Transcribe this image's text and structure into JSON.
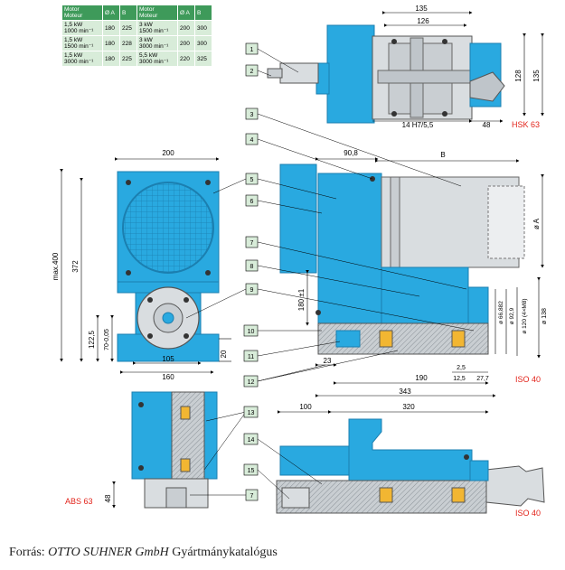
{
  "table": {
    "headers": [
      "Motor\nMoteur",
      "Ø A",
      "B",
      "Motor\nMoteur",
      "Ø A",
      "B"
    ],
    "rows": [
      [
        "1,5 kW\n1000 min⁻¹",
        "180",
        "225",
        "3 kW\n1500 min⁻¹",
        "200",
        "300"
      ],
      [
        "1,5 kW\n1500 min⁻¹",
        "180",
        "228",
        "3 kW\n3000 min⁻¹",
        "200",
        "300"
      ],
      [
        "1,5 kW\n3000 min⁻¹",
        "180",
        "225",
        "5,5 kW\n3000 min⁻¹",
        "220",
        "325"
      ]
    ]
  },
  "callouts": [
    "1",
    "2",
    "3",
    "4",
    "5",
    "6",
    "7",
    "8",
    "9",
    "10",
    "11",
    "12",
    "13",
    "14",
    "15",
    "7"
  ],
  "dims": {
    "d135": "135",
    "d126": "126",
    "d128": "128",
    "d135v": "135",
    "d14h7": "14 H7/5,5",
    "d48": "48",
    "d200": "200",
    "d90_8": "90,8",
    "dB": "B",
    "dmax400": "max.400",
    "d372": "372",
    "d122_5": "122,5",
    "d70": "70-0,05",
    "d105": "105",
    "d160": "160",
    "d20": "20",
    "d180": "180 ±1",
    "dA": "ø A",
    "d66": "ø 66,882",
    "d92": "ø 92,9",
    "d120": "ø 120 (4×M8)",
    "d138": "ø 138",
    "d23": "23",
    "d190": "190",
    "d12_5": "12,5",
    "d2_5": "2,5",
    "d27_7": "27,7",
    "d343": "343",
    "d100": "100",
    "d320": "320",
    "d48b": "48"
  },
  "labels": {
    "hsk": "HSK 63",
    "iso_top": "ISO 40",
    "iso_bottom": "ISO 40",
    "abs": "ABS 63"
  },
  "caption": {
    "prefix": "Forrás: ",
    "company": "OTTO SUHNER GmbH",
    "suffix": " Gyártmánykatalógus"
  },
  "colors": {
    "blue": "#29a9e0",
    "blue_dark": "#1b7fb0",
    "grey": "#d9dde0",
    "table_header": "#3e9a5a",
    "table_cell": "#d8ecd9",
    "label_red": "#e2231a"
  }
}
